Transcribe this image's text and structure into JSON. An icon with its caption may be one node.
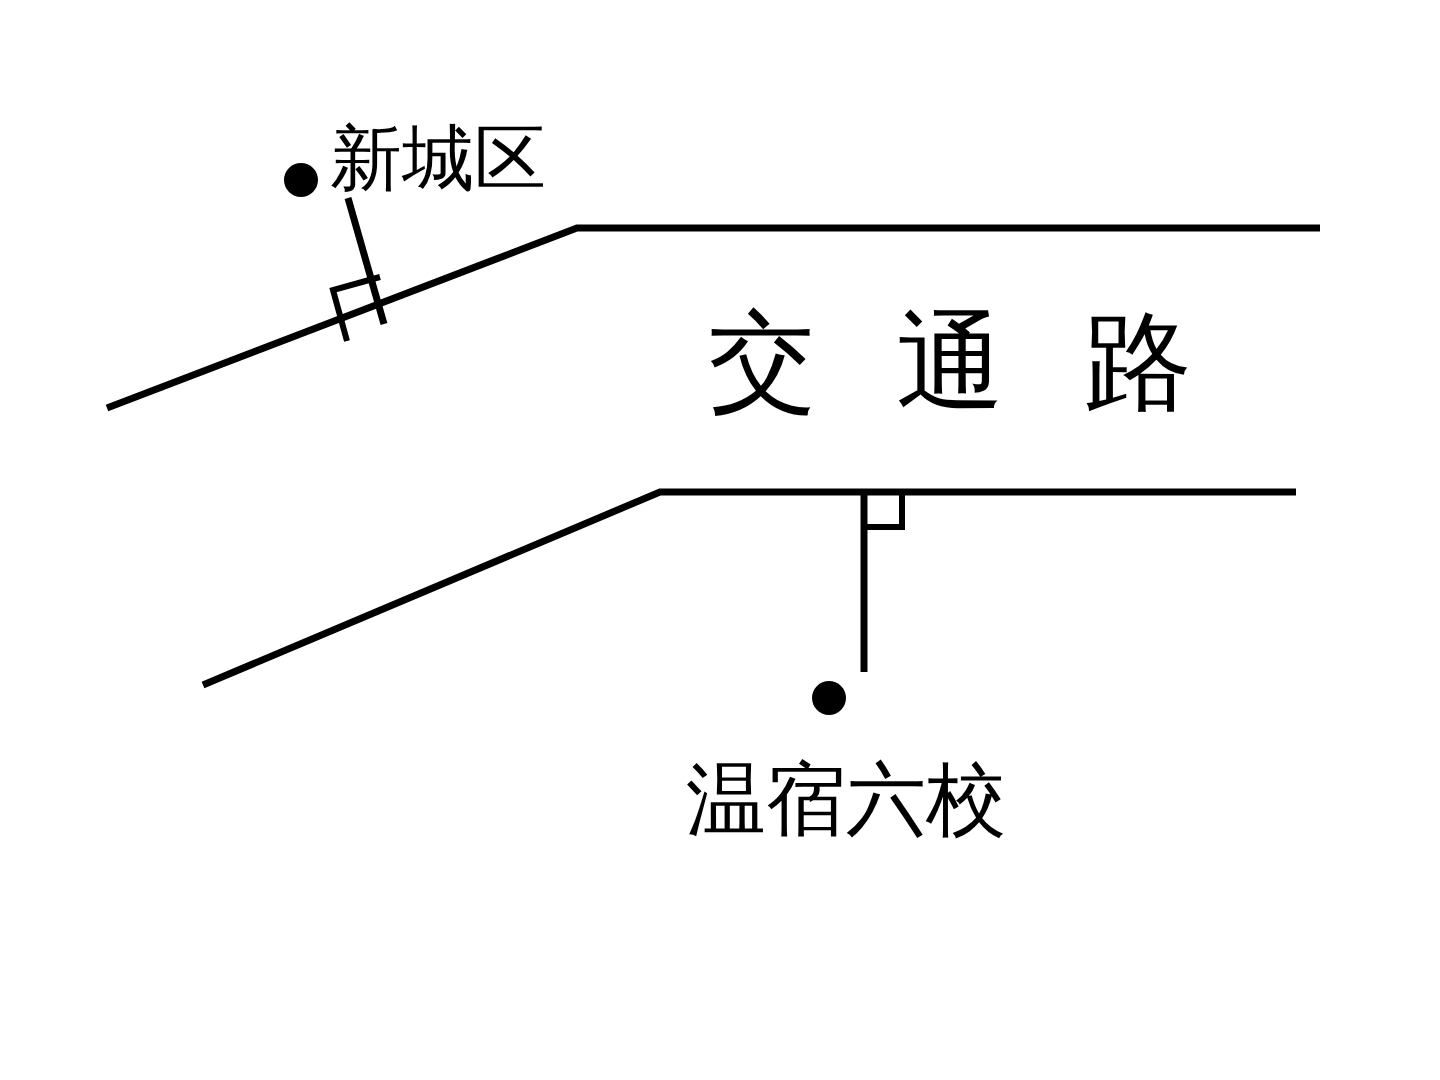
{
  "diagram": {
    "labels": [
      "新城区",
      "交通路",
      "温宿六校"
    ]
  }
}
